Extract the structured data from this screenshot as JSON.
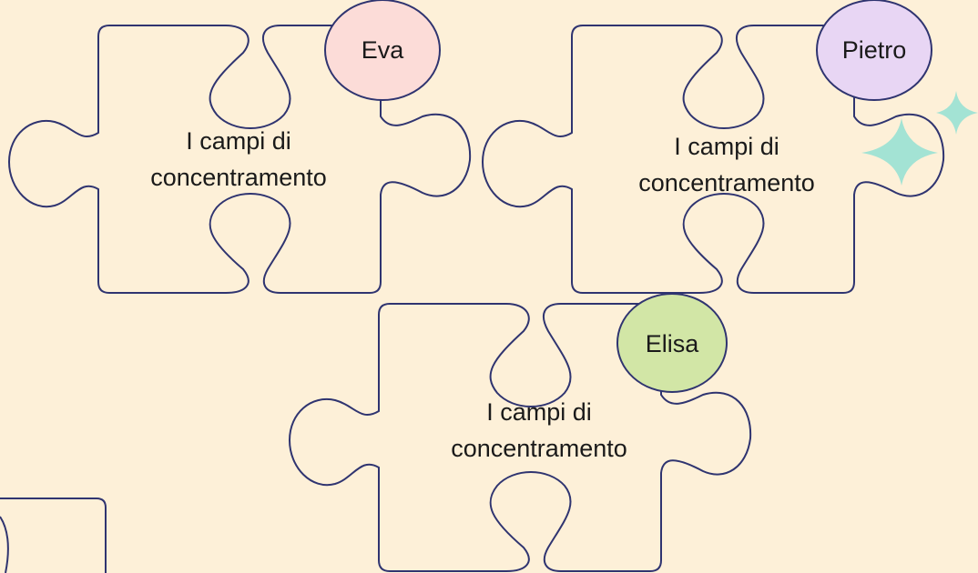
{
  "pieces": [
    {
      "id": "eva",
      "name": "Eva",
      "label_line1": "I campi di",
      "label_line2": "concentramento",
      "badge_color": "#fcdcd8"
    },
    {
      "id": "pietro",
      "name": "Pietro",
      "label_line1": "I campi di",
      "label_line2": "concentramento",
      "badge_color": "#e8d6f4"
    },
    {
      "id": "elisa",
      "name": "Elisa",
      "label_line1": "I campi di",
      "label_line2": "concentramento",
      "badge_color": "#d2e6a6"
    }
  ],
  "colors": {
    "background": "#fdf0d8",
    "outline": "#2f3470",
    "sparkle": "#a3e3d4"
  },
  "decorations": [
    "sparkle-large",
    "sparkle-small",
    "partial-puzzle-piece"
  ]
}
